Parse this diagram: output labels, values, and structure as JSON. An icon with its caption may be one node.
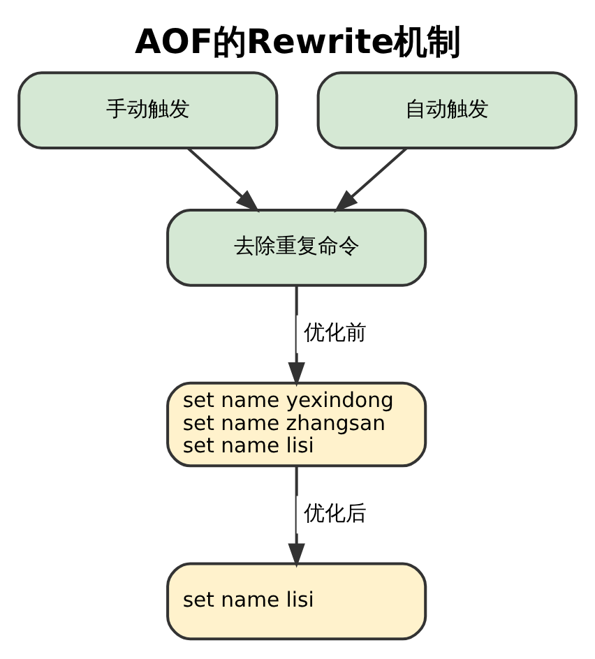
{
  "diagram": {
    "title": "AOF的Rewrite机制",
    "nodes": [
      {
        "text": [
          "手动触发"
        ]
      },
      {
        "text": [
          "自动触发"
        ]
      },
      {
        "text": [
          "去除重复命令"
        ]
      },
      {
        "text": [
          "set name yexindong",
          "set name zhangsan",
          "set name lisi"
        ]
      },
      {
        "text": [
          "set name lisi"
        ]
      }
    ],
    "edges": [
      {
        "from": 0,
        "to": 2,
        "arrow": "to"
      },
      {
        "from": 1,
        "to": 2,
        "arrow": "to"
      },
      {
        "from": 2,
        "to": 3,
        "arrow": "to",
        "label": "优化前"
      },
      {
        "from": 3,
        "to": 4,
        "arrow": "to",
        "label": "优化后"
      }
    ]
  }
}
